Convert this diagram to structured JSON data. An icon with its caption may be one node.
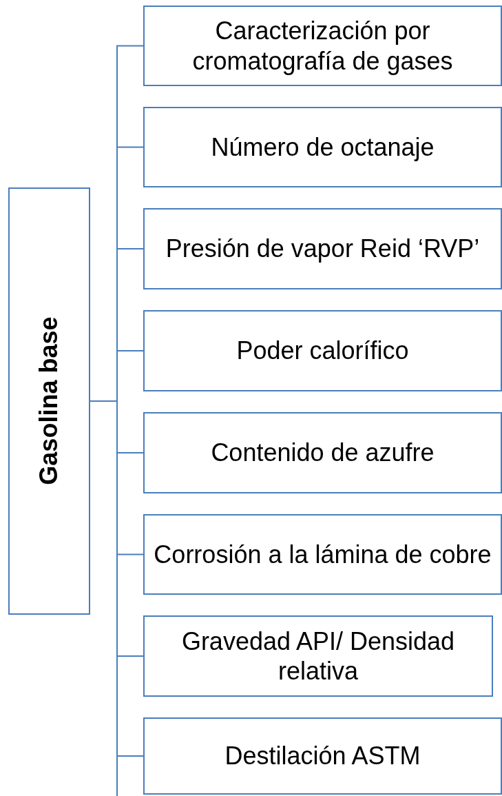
{
  "diagram": {
    "nodes": [
      {
        "text": [
          "Gasolina base"
        ]
      },
      {
        "text": [
          "Caracterización por cromatografía de gases"
        ]
      },
      {
        "text": [
          "Número de octanaje"
        ]
      },
      {
        "text": [
          "Presión de vapor Reid ‘RVP’"
        ]
      },
      {
        "text": [
          "Poder calorífico"
        ]
      },
      {
        "text": [
          "Contenido de azufre"
        ]
      },
      {
        "text": [
          "Corrosión a la lámina de cobre"
        ]
      },
      {
        "text": [
          "Gravedad API/ Densidad relativa"
        ]
      },
      {
        "text": [
          "Destilación ASTM"
        ]
      }
    ],
    "edges": [
      {
        "from": 0,
        "to": 1,
        "arrow": "none"
      },
      {
        "from": 0,
        "to": 2,
        "arrow": "none"
      },
      {
        "from": 0,
        "to": 3,
        "arrow": "none"
      },
      {
        "from": 0,
        "to": 4,
        "arrow": "none"
      },
      {
        "from": 0,
        "to": 5,
        "arrow": "none"
      },
      {
        "from": 0,
        "to": 6,
        "arrow": "none"
      },
      {
        "from": 0,
        "to": 7,
        "arrow": "none"
      },
      {
        "from": 0,
        "to": 8,
        "arrow": "none"
      }
    ]
  }
}
